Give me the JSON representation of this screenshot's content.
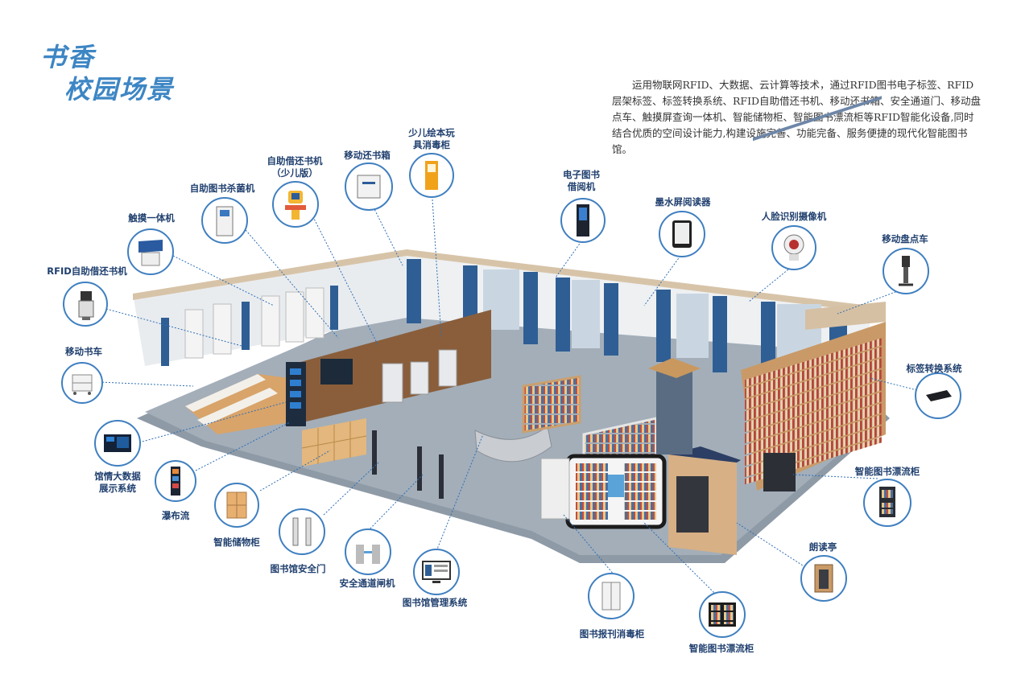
{
  "title": {
    "line1": "书香",
    "line2": "校园场景"
  },
  "intro": "运用物联网RFID、大数据、云计算等技术，通过RFID图书电子标签、RFID层架标签、标签转换系统、RFID自助借还书机、移动还书箱、安全通道门、移动盘点车、触摸屏查询一体机、智能储物柜、智能图书漂流柜等RFID智能化设备,同时结合优质的空间设计能力,构建设施完善、功能完备、服务便捷的现代化智能图书馆。",
  "devices": [
    {
      "label": "RFID自助借还书机",
      "icon": "self-service-kiosk-icon"
    },
    {
      "label": "触摸一体机",
      "icon": "touch-screen-terminal-icon"
    },
    {
      "label": "自助图书杀菌机",
      "icon": "book-sterilizer-icon"
    },
    {
      "label": "自助借还书机\n（少儿版）",
      "icon": "kids-kiosk-icon"
    },
    {
      "label": "移动还书箱",
      "icon": "return-box-icon"
    },
    {
      "label": "少儿绘本玩\n具消毒柜",
      "icon": "toy-disinfection-cabinet-icon"
    },
    {
      "label": "电子图书\n借阅机",
      "icon": "ebook-lending-machine-icon"
    },
    {
      "label": "墨水屏阅读器",
      "icon": "ereader-icon"
    },
    {
      "label": "人脸识别摄像机",
      "icon": "face-camera-icon"
    },
    {
      "label": "移动盘点车",
      "icon": "inventory-cart-icon"
    },
    {
      "label": "移动书车",
      "icon": "book-cart-icon"
    },
    {
      "label": "标签转换系统",
      "icon": "tag-converter-icon"
    },
    {
      "label": "馆情大数据\n展示系统",
      "icon": "big-data-display-icon"
    },
    {
      "label": "瀑布流",
      "icon": "waterfall-screen-icon"
    },
    {
      "label": "智能储物柜",
      "icon": "smart-locker-icon"
    },
    {
      "label": "图书馆安全门",
      "icon": "security-gate-icon"
    },
    {
      "label": "安全通道闸机",
      "icon": "turnstile-icon"
    },
    {
      "label": "图书馆管理系统",
      "icon": "management-system-icon"
    },
    {
      "label": "图书报刊消毒柜",
      "icon": "periodical-sterilizer-icon"
    },
    {
      "label": "智能图书漂流柜",
      "icon": "book-drift-cabinet-icon"
    },
    {
      "label": "朗读亭",
      "icon": "reading-booth-icon"
    },
    {
      "label": "智能图书漂流柜",
      "icon": "book-drift-cabinet-2-icon"
    }
  ]
}
